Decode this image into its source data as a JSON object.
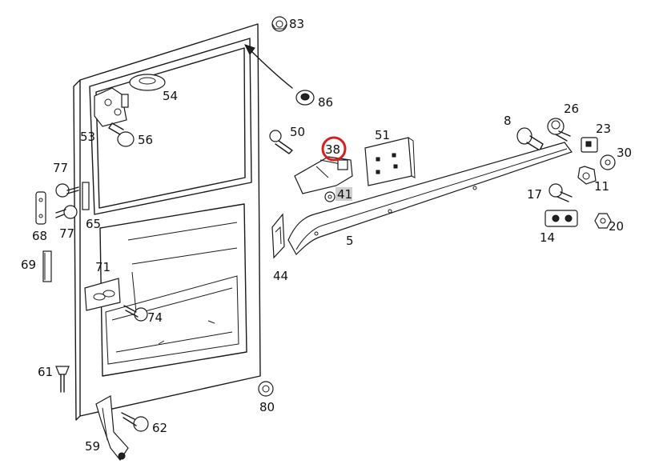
{
  "callouts": {
    "p83": "83",
    "p54": "54",
    "p86": "86",
    "p53": "53",
    "p56": "56",
    "p50": "50",
    "p38": "38",
    "p41": "41",
    "p51": "51",
    "p8": "8",
    "p26": "26",
    "p23": "23",
    "p30": "30",
    "p77a": "77",
    "p77b": "77",
    "p68": "68",
    "p65": "65",
    "p11": "11",
    "p17": "17",
    "p20": "20",
    "p14": "14",
    "p5": "5",
    "p44": "44",
    "p69": "69",
    "p71": "71",
    "p74": "74",
    "p61": "61",
    "p80": "80",
    "p62": "62",
    "p59": "59"
  },
  "highlight": {
    "circled": "38",
    "circle_color": "#d62020",
    "shaded": "41",
    "shade_color": "#cfcfcf"
  }
}
